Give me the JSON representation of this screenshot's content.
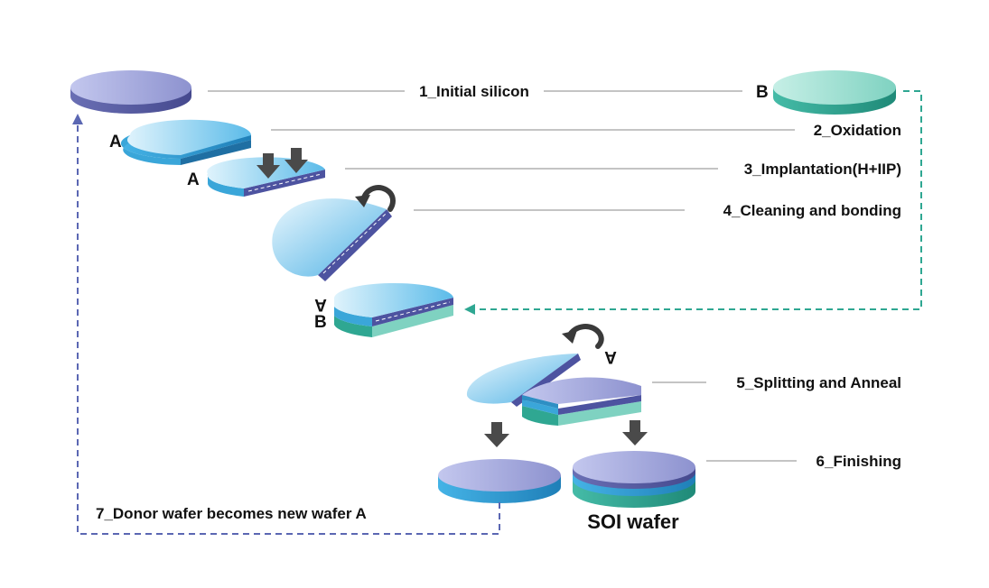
{
  "steps": {
    "s1": "1_Initial silicon",
    "s2": "2_Oxidation",
    "s3": "3_Implantation(H+IIP)",
    "s4": "4_Cleaning and bonding",
    "s5": "5_Splitting and Anneal",
    "s6": "6_Finishing",
    "s7": "7_Donor wafer becomes new wafer A"
  },
  "labels": {
    "wafer_a": "A",
    "wafer_b": "B",
    "wafer_a_inverted": "A",
    "soi_wafer": "SOI wafer"
  },
  "colors": {
    "silicon_top": "#a9aede",
    "silicon_side": "#5f63a8",
    "oxide_top": "#9dd6f2",
    "oxide_side": "#2e8fc4",
    "wafer_b_top": "#9fe0d2",
    "wafer_b_side": "#2fa792",
    "return_arrow_blue": "#5b67b3",
    "return_arrow_teal": "#2fa792",
    "process_arrow": "#4a4a4a",
    "leader_line": "#8a8a8a"
  },
  "icons": [
    "down-arrow-icon",
    "rotate-arrow-icon",
    "dashed-return-arrow"
  ]
}
